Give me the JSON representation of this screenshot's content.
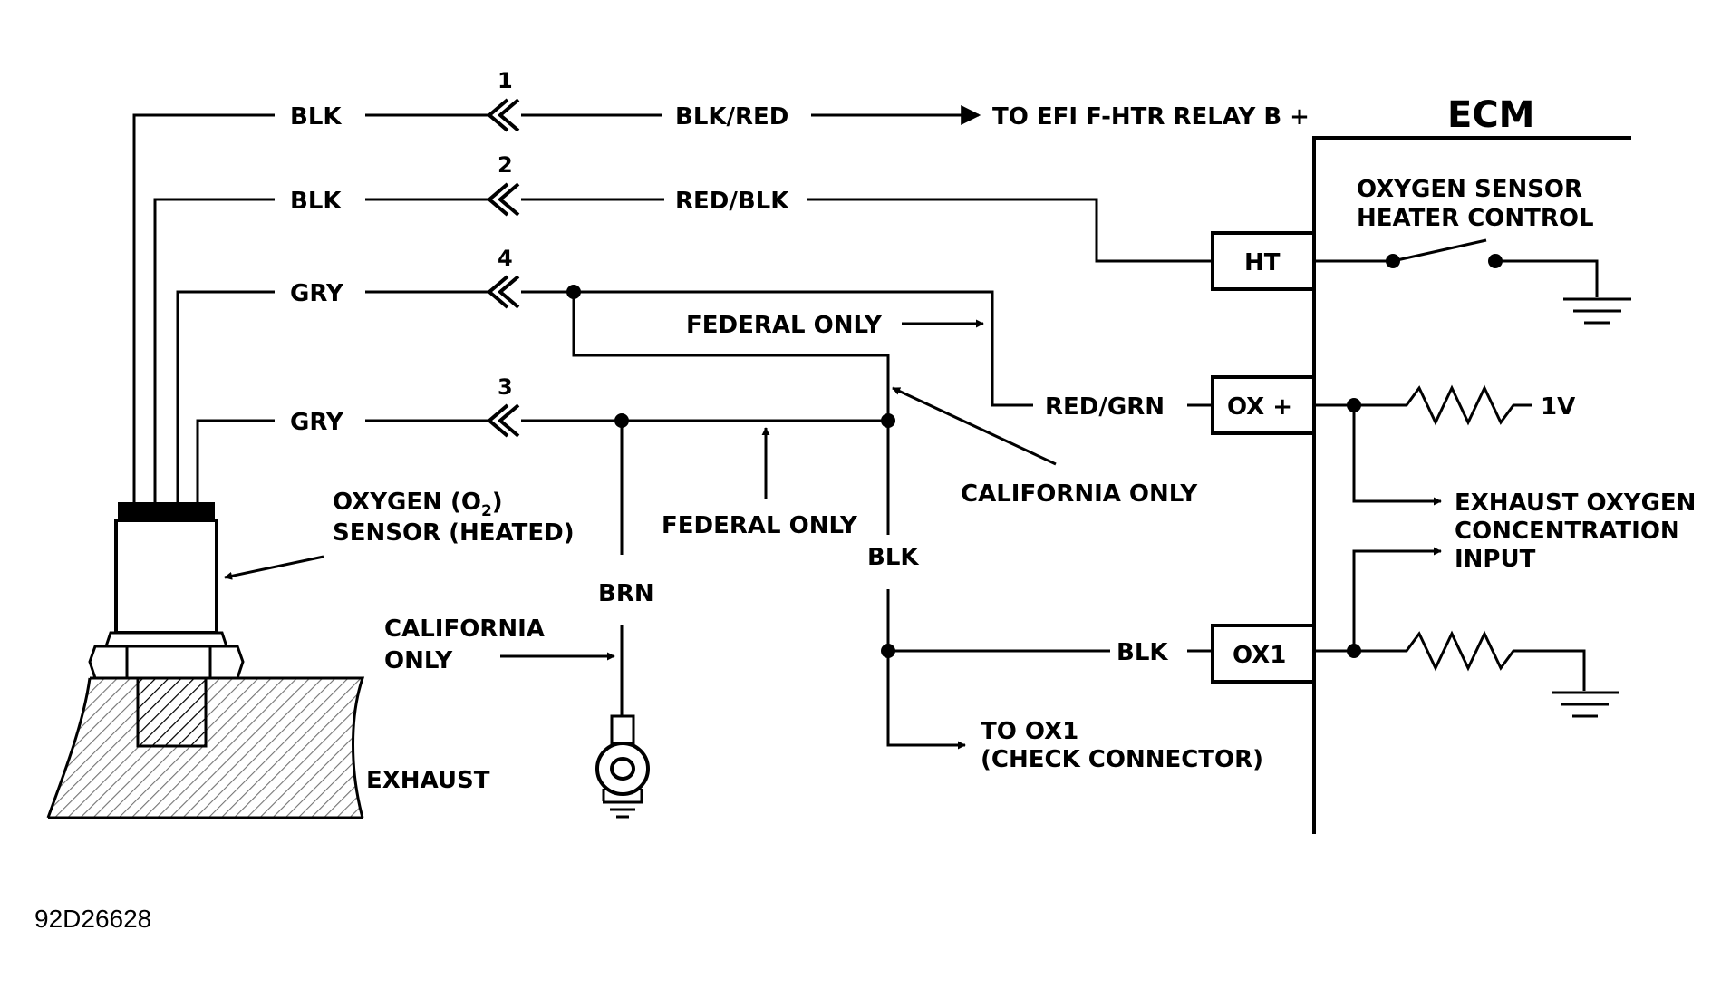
{
  "ecm": {
    "title": "ECM"
  },
  "wires": {
    "w1": {
      "pin": "1",
      "sensor_color": "BLK",
      "harness_color": "BLK/RED",
      "destination": "TO EFI F-HTR RELAY B +"
    },
    "w2": {
      "pin": "2",
      "sensor_color": "BLK",
      "harness_color": "RED/BLK"
    },
    "w4": {
      "pin": "4",
      "sensor_color": "GRY"
    },
    "w3": {
      "pin": "3",
      "sensor_color": "GRY"
    }
  },
  "terminals": {
    "ht": "HT",
    "oxplus": "OX +",
    "ox1": "OX1"
  },
  "labels": {
    "heater_control_1": "OXYGEN SENSOR",
    "heater_control_2": "HEATER CONTROL",
    "red_grn": "RED/GRN",
    "volt": "1V",
    "exhaust_o2_1": "EXHAUST OXYGEN",
    "exhaust_o2_2": "CONCENTRATION",
    "exhaust_o2_3": "INPUT",
    "federal_only_top": "FEDERAL ONLY",
    "federal_only_bottom": "FEDERAL ONLY",
    "california_only_right": "CALIFORNIA ONLY",
    "california_only_left_1": "CALIFORNIA",
    "california_only_left_2": "ONLY",
    "sensor_1": "OXYGEN (O",
    "sensor_sub": "2",
    "sensor_1_end": ")",
    "sensor_2": "SENSOR (HEATED)",
    "brn": "BRN",
    "blk_vertical": "BLK",
    "blk_ox1": "BLK",
    "to_ox1_1": "TO OX1",
    "to_ox1_2": "(CHECK CONNECTOR)",
    "exhaust": "EXHAUST"
  },
  "figure_id": "92D26628"
}
